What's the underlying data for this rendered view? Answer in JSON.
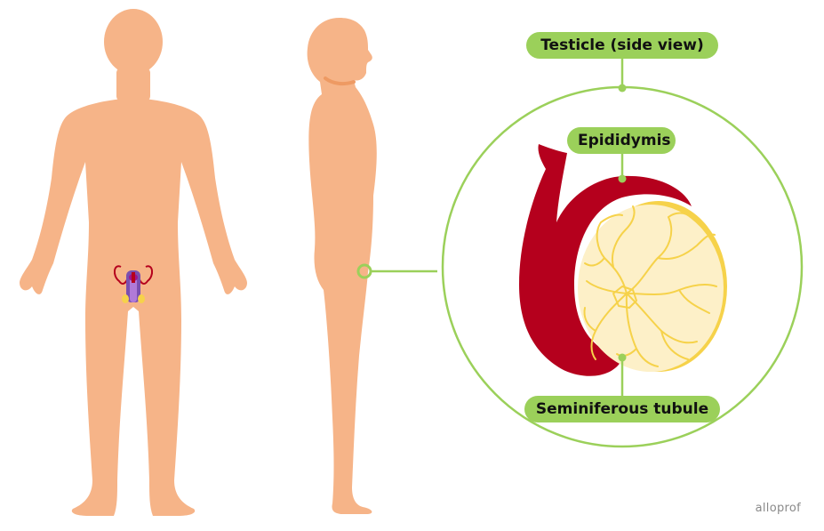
{
  "labels": {
    "testicle": "Testicle (side view)",
    "epididymis": "Epididymis",
    "tubule": "Seminiferous tubule"
  },
  "watermark": "alloprof",
  "colors": {
    "skin": "#f6b488",
    "skin_shadow": "#ee9a63",
    "accent_green": "#9bd05a",
    "epididymis_red": "#b5001d",
    "testicle_fill": "#fdf0c8",
    "tubule_yellow": "#f6d24a"
  },
  "icons": {
    "reproductive_organs": "male-reproductive-system-icon",
    "watermark_logo": "alloprof-logo"
  }
}
